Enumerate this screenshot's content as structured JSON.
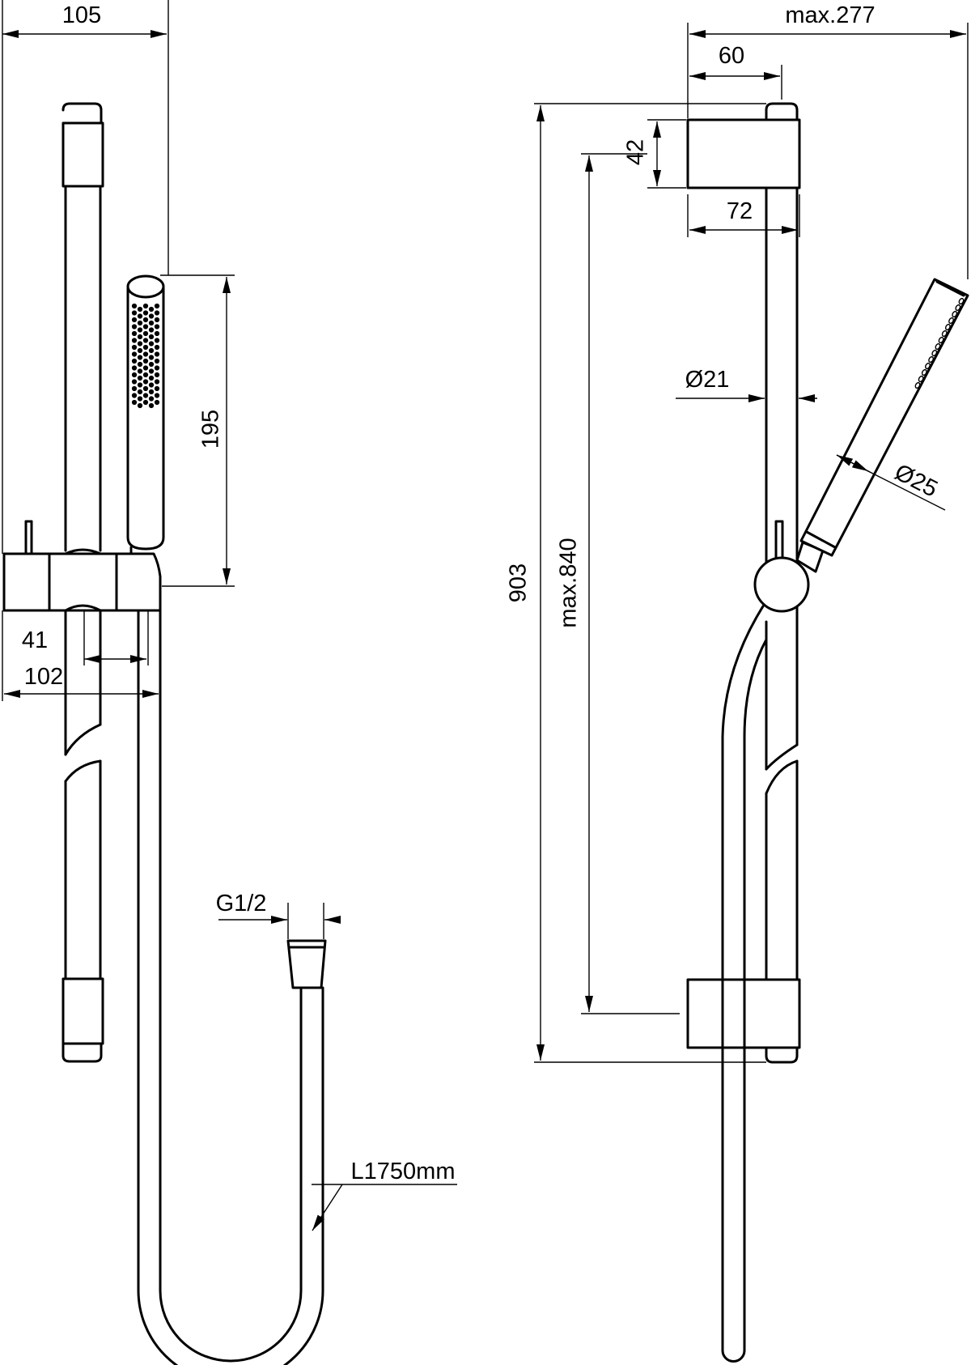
{
  "dimensions": {
    "front_width": "105",
    "rail_offset": "41",
    "bracket_depth": "102",
    "handshower_length": "195",
    "hose_connection": "G1/2",
    "hose_length": "L1750mm",
    "max_projection": "max.277",
    "top_bracket_offset": "60",
    "bracket_height": "42",
    "bracket_projection": "72",
    "rail_diameter": "Ø21",
    "handle_diameter": "Ø25",
    "total_height": "903",
    "adjustment_range": "max.840"
  }
}
